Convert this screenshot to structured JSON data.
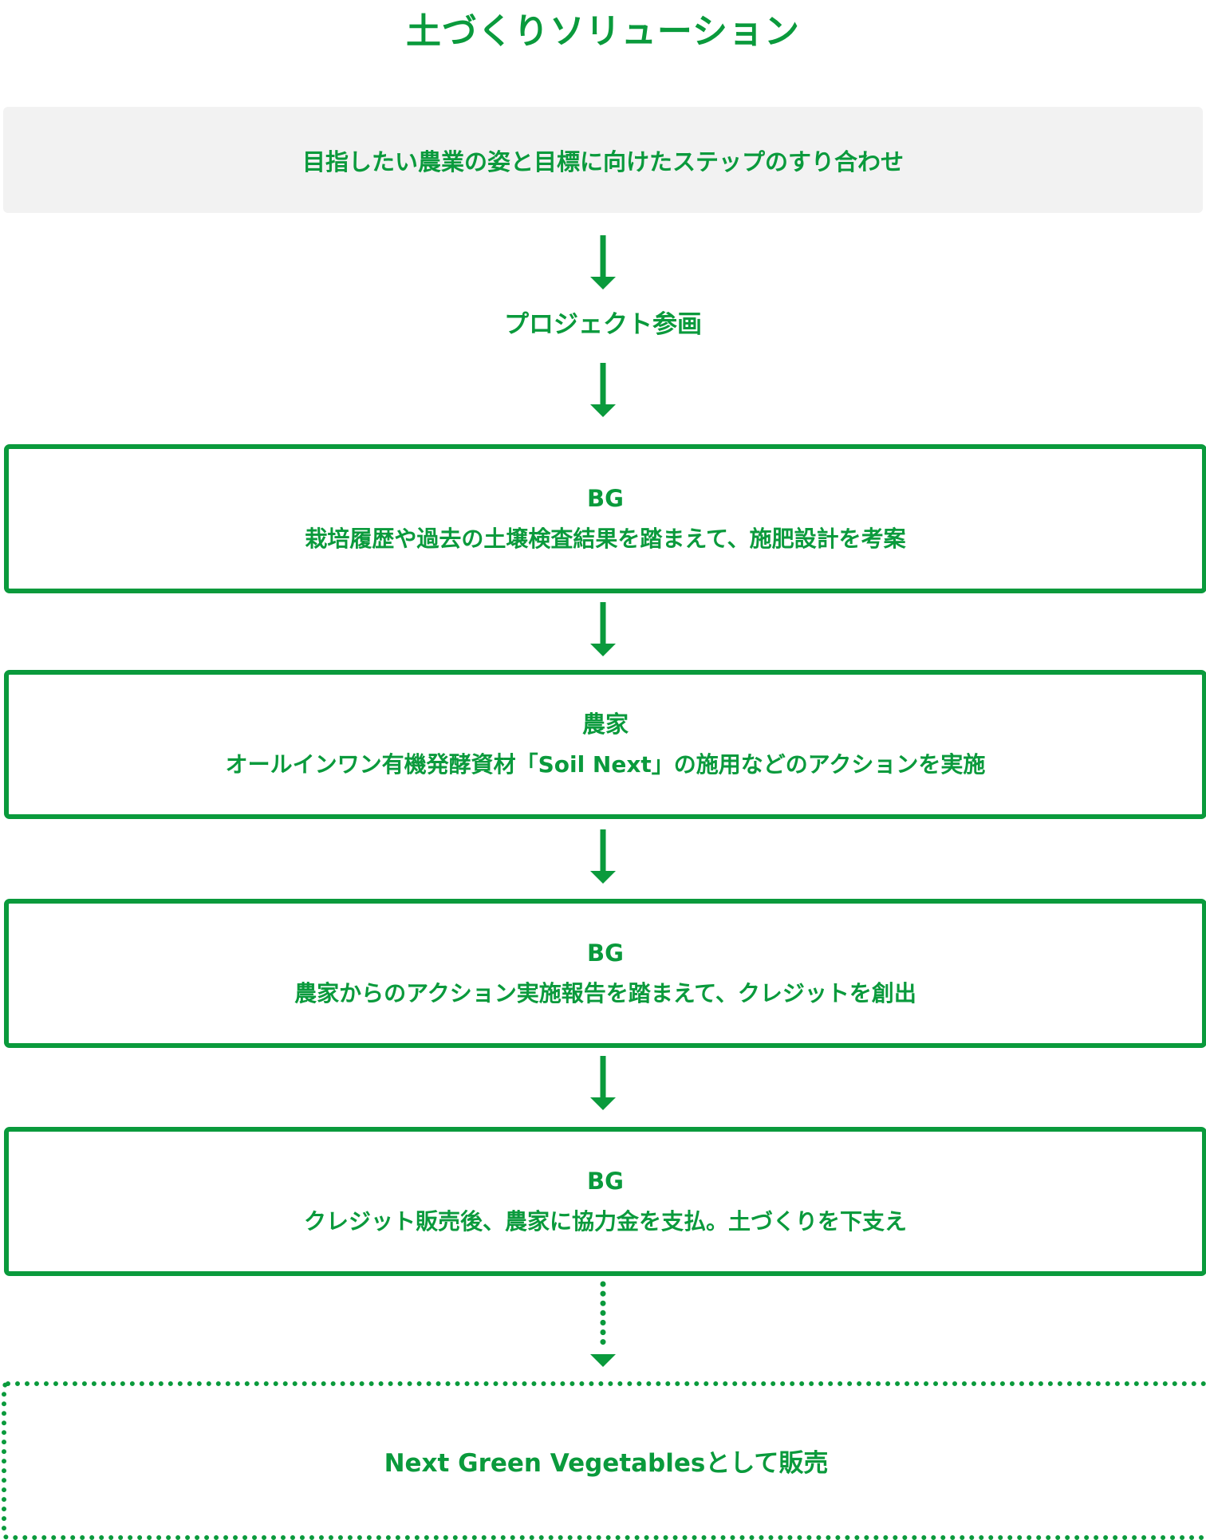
{
  "title": "土づくりソリューション",
  "intro": "目指したい農業の姿と目標に向けたステップのすり合わせ",
  "step_plain": "プロジェクト参画",
  "steps": [
    {
      "actor": "BG",
      "desc": "栽培履歴や過去の土壌検査結果を踏まえて、施肥設計を考案"
    },
    {
      "actor": "農家",
      "desc": "オールインワン有機発酵資材「Soil Next」の施用などのアクションを実施"
    },
    {
      "actor": "BG",
      "desc": "農家からのアクション実施報告を踏まえて、クレジットを創出"
    },
    {
      "actor": "BG",
      "desc": "クレジット販売後、農家に協力金を支払。土づくりを下支え"
    }
  ],
  "final": "Next Green Vegetablesとして販売",
  "colors": {
    "accent": "#0a9a3c",
    "intro_bg": "#f2f2f2"
  }
}
